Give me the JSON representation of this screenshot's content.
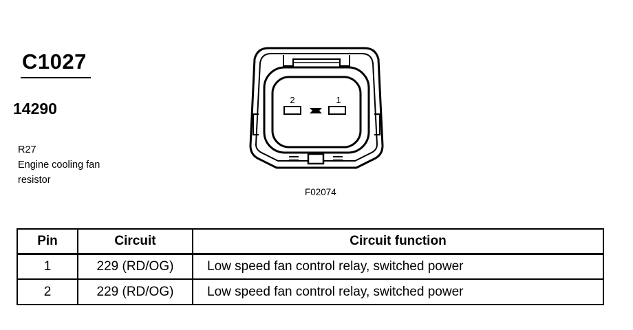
{
  "connector": {
    "id": "C1027",
    "part_number": "14290",
    "component_ref": "R27",
    "component_name_line1": "Engine cooling fan",
    "component_name_line2": "resistor"
  },
  "figure": {
    "id": "F02074",
    "pin_labels": [
      "2",
      "1"
    ]
  },
  "table": {
    "headers": {
      "pin": "Pin",
      "circuit": "Circuit",
      "function": "Circuit function"
    },
    "rows": [
      {
        "pin": "1",
        "circuit": "229 (RD/OG)",
        "function": "Low speed fan control relay, switched power"
      },
      {
        "pin": "2",
        "circuit": "229 (RD/OG)",
        "function": "Low speed fan control relay, switched power"
      }
    ]
  }
}
